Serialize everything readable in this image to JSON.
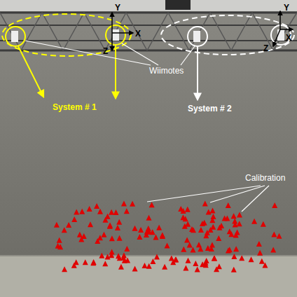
{
  "diagram": {
    "labels": [
      "Wiimotes",
      "System # 1",
      "System # 2",
      "Calibration",
      "Y",
      "X",
      "Z",
      "Y",
      "X",
      "Z"
    ]
  }
}
